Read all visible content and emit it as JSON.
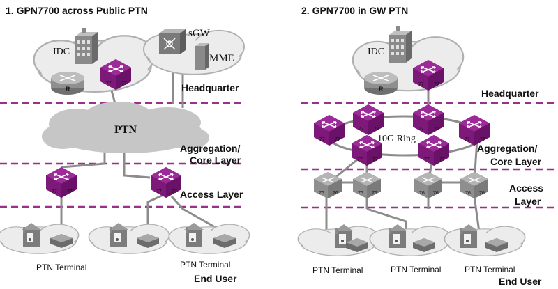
{
  "panel1": {
    "title": "1. GPN7700 across Public PTN",
    "cloud_label": "PTN",
    "labels": {
      "idc": "IDC",
      "sgw": "sGW",
      "mme": "MME",
      "router": "R",
      "headquarter": "Headquarter",
      "aggregation": "Aggregation/",
      "core_layer": "Core Layer",
      "access_layer": "Access Layer",
      "end_user": "End User",
      "ptn_terminal_1": "PTN Terminal",
      "ptn_terminal_2": "PTN Terminal"
    },
    "device_port_label": "77"
  },
  "panel2": {
    "title": "2. GPN7700 in GW PTN",
    "ring_label": "10G Ring",
    "labels": {
      "idc": "IDC",
      "router": "R",
      "headquarter": "Headquarter",
      "aggregation": "Aggregation/",
      "core_layer": "Core Layer",
      "access": "Access",
      "layer": "Layer",
      "end_user": "End User",
      "ptn_terminal_1": "PTN Terminal",
      "ptn_terminal_2": "PTN Terminal",
      "ptn_terminal_3": "PTN Terminal"
    },
    "core_port_label": "77",
    "access_port_label": "76"
  },
  "colors": {
    "device_purple": "#8a1a86",
    "device_gray": "#9a9a9a",
    "layer_divider": "#9b2f8a",
    "link": "#8c8c8c",
    "cloud": "#c8c8c8"
  }
}
